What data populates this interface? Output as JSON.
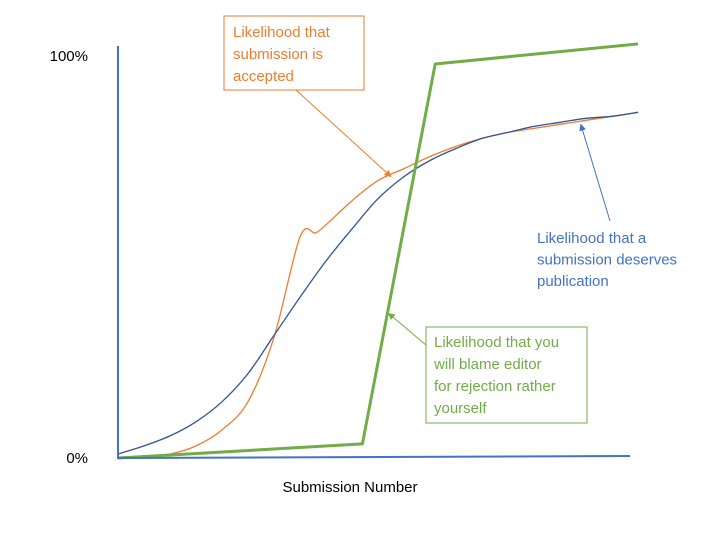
{
  "chart_data": {
    "type": "line",
    "title": "",
    "xlabel": "Submission Number",
    "ylabel": "",
    "xlim": [
      0,
      100
    ],
    "ylim": [
      0,
      100
    ],
    "grid": false,
    "legend": "none",
    "y_ticks": [
      {
        "value": 0,
        "label": "0%"
      },
      {
        "value": 100,
        "label": "100%"
      }
    ],
    "colors": {
      "axis": "#4472C4",
      "accepted": "#ED7D31",
      "deserves": "#2F5597",
      "blame": "#70AD47",
      "deserves_label": "#4472C4",
      "blame_label": "#70AD47",
      "accepted_label": "#ED7D31"
    },
    "series": [
      {
        "key": "accepted",
        "x": [
          0,
          5,
          10,
          15,
          20,
          25,
          30,
          35,
          38,
          40,
          45,
          50,
          55,
          60,
          65,
          70,
          75,
          80,
          85,
          90,
          95,
          100
        ],
        "y": [
          0,
          0.5,
          1,
          3,
          7,
          14,
          30,
          55,
          56,
          58,
          64,
          69,
          72,
          75,
          77.5,
          79.5,
          81,
          82,
          83,
          84,
          85,
          86
        ]
      },
      {
        "key": "deserves",
        "x": [
          0,
          5,
          10,
          15,
          20,
          25,
          30,
          35,
          40,
          45,
          50,
          55,
          60,
          65,
          70,
          75,
          80,
          85,
          90,
          95,
          100
        ],
        "y": [
          1,
          3,
          5.5,
          9,
          14,
          21,
          30.5,
          40,
          49,
          57,
          64.5,
          70,
          74,
          77,
          79.5,
          81,
          82.5,
          83.5,
          84.5,
          85,
          86
        ]
      },
      {
        "key": "blame",
        "x": [
          0,
          47,
          61,
          100
        ],
        "y": [
          0,
          3.5,
          98,
          103
        ]
      }
    ],
    "annotations": [
      {
        "key": "accepted",
        "lines": [
          "Likelihood that",
          "submission is",
          "accepted"
        ],
        "target": {
          "x": 52.5,
          "y": 70
        }
      },
      {
        "key": "deserves",
        "lines": [
          "Likelihood that a",
          "submission deserves",
          "publication"
        ],
        "target": {
          "x": 89,
          "y": 83
        }
      },
      {
        "key": "blame",
        "lines": [
          "Likelihood that you",
          "will blame editor",
          "for rejection rather",
          "yourself"
        ],
        "target": {
          "x": 52,
          "y": 36
        }
      }
    ]
  }
}
